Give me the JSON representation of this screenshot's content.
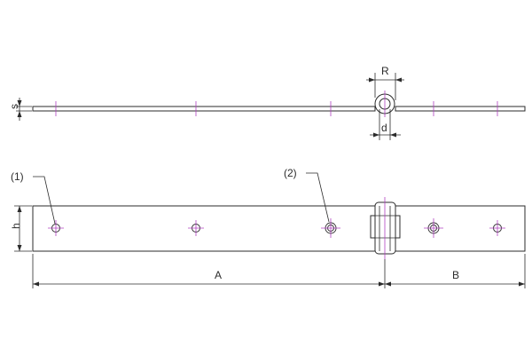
{
  "labels": {
    "R": "R",
    "s": "s",
    "d": "d",
    "h": "h",
    "A": "A",
    "B": "B",
    "ref1": "(1)",
    "ref2": "(2)"
  },
  "colors": {
    "centerline": "#b040c0",
    "line": "#2b2b2b",
    "background": "#ffffff"
  }
}
